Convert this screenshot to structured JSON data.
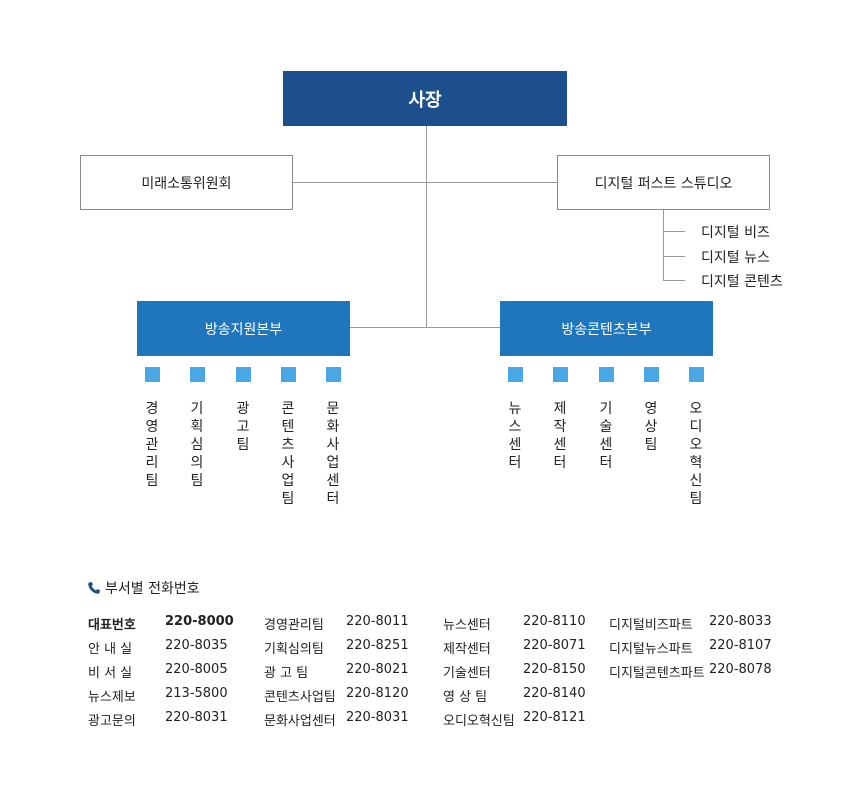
{
  "chart": {
    "ceo": "사장",
    "committee": "미래소통위원회",
    "studio": "디지털 퍼스트 스튜디오",
    "studio_subs": [
      "디지털 비즈",
      "디지털 뉴스",
      "디지털 콘텐츠"
    ],
    "hq_left": {
      "title": "방송지원본부",
      "teams": [
        "경영관리팀",
        "기획심의팀",
        "광고팀",
        "콘텐츠사업팀",
        "문화사업센터"
      ]
    },
    "hq_right": {
      "title": "방송콘텐츠본부",
      "teams": [
        "뉴스센터",
        "제작센터",
        "기술센터",
        "영상팀",
        "오디오혁신팀"
      ]
    }
  },
  "directory": {
    "title": "부서별 전화번호",
    "icon": "phone-icon",
    "columns": [
      [
        {
          "name": "대표번호",
          "number": "220-8000",
          "bold": true
        },
        {
          "name": "안 내 실",
          "number": "220-8035"
        },
        {
          "name": "비 서 실",
          "number": "220-8005"
        },
        {
          "name": "뉴스제보",
          "number": "213-5800"
        },
        {
          "name": "광고문의",
          "number": "220-8031"
        }
      ],
      [
        {
          "name": "경영관리팀",
          "number": "220-8011"
        },
        {
          "name": "기획심의팀",
          "number": "220-8251"
        },
        {
          "name": "광 고 팀",
          "number": "220-8021"
        },
        {
          "name": "콘텐츠사업팀",
          "number": "220-8120"
        },
        {
          "name": "문화사업센터",
          "number": "220-8031"
        }
      ],
      [
        {
          "name": "뉴스센터",
          "number": "220-8110"
        },
        {
          "name": "제작센터",
          "number": "220-8071"
        },
        {
          "name": "기술센터",
          "number": "220-8150"
        },
        {
          "name": "영 상 팀",
          "number": "220-8140"
        },
        {
          "name": "오디오혁신팀",
          "number": "220-8121"
        }
      ],
      [
        {
          "name": "디지털비즈파트",
          "number": "220-8033"
        },
        {
          "name": "디지털뉴스파트",
          "number": "220-8107"
        },
        {
          "name": "디지털콘텐츠파트",
          "number": "220-8078"
        }
      ]
    ]
  },
  "colors": {
    "ceo_bg": "#1c4f8c",
    "hq_bg": "#1f76bd",
    "team_marker": "#4aa7e6",
    "line": "#9a9a9a"
  }
}
